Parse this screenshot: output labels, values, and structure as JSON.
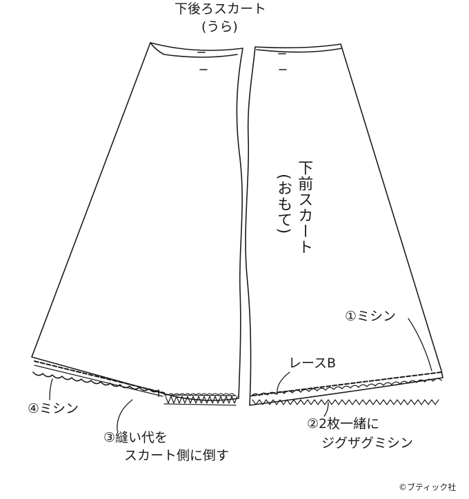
{
  "labels": {
    "back_skirt": "下後ろスカート",
    "back_skirt_side": "(うら)",
    "front_skirt": "下前スカート",
    "front_skirt_side": "(おもて)",
    "step1": "①ミシン",
    "lace": "レースB",
    "step2_line1": "②2枚一緒に",
    "step2_line2": "ジグザグミシン",
    "step3_line1": "③縫い代を",
    "step3_line2": "スカート側に倒す",
    "step4": "④ミシン"
  },
  "credit": "©ブティック社",
  "colors": {
    "line": "#1a1a1a",
    "background": "#ffffff"
  }
}
